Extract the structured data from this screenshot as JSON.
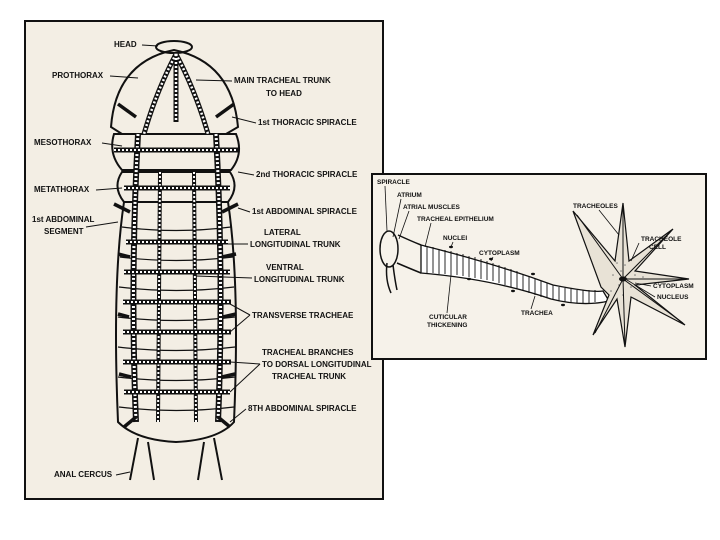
{
  "left_diagram": {
    "labels": {
      "head": "HEAD",
      "prothorax": "PROTHORAX",
      "main_trunk_1": "MAIN TRACHEAL TRUNK",
      "main_trunk_2": "TO HEAD",
      "first_thoracic_spiracle": "1st THORACIC SPIRACLE",
      "mesothorax": "MESOTHORAX",
      "second_thoracic_spiracle": "2nd THORACIC SPIRACLE",
      "metathorax": "METATHORAX",
      "first_abdominal_segment_1": "1st ABDOMINAL",
      "first_abdominal_segment_2": "SEGMENT",
      "first_abdominal_spiracle": "1st ABDOMINAL SPIRACLE",
      "lateral_trunk_1": "LATERAL",
      "lateral_trunk_2": "LONGITUDINAL TRUNK",
      "ventral_trunk_1": "VENTRAL",
      "ventral_trunk_2": "LONGITUDINAL TRUNK",
      "transverse_tracheae": "TRANSVERSE TRACHEAE",
      "tracheal_branches_1": "TRACHEAL BRANCHES",
      "tracheal_branches_2": "TO DORSAL LONGITUDINAL",
      "tracheal_branches_3": "TRACHEAL TRUNK",
      "eighth_abdominal_spiracle": "8TH ABDOMINAL SPIRACLE",
      "anal_cercus": "ANAL CERCUS"
    }
  },
  "right_diagram": {
    "labels": {
      "spiracle": "SPIRACLE",
      "atrium": "ATRIUM",
      "atrial_muscles": "ATRIAL MUSCLES",
      "tracheal_epithelium": "TRACHEAL EPITHELIUM",
      "nuclei": "NUCLEI",
      "cytoplasm": "CYTOPLASM",
      "cuticular_thickening_1": "CUTICULAR",
      "cuticular_thickening_2": "THICKENING",
      "trachea": "TRACHEA",
      "tracheoles": "TRACHEOLES",
      "tracheole_cell_1": "TRACHEOLE",
      "tracheole_cell_2": "CELL",
      "cytoplasm_right": "CYTOPLASM",
      "nucleus": "NUCLEUS"
    }
  }
}
